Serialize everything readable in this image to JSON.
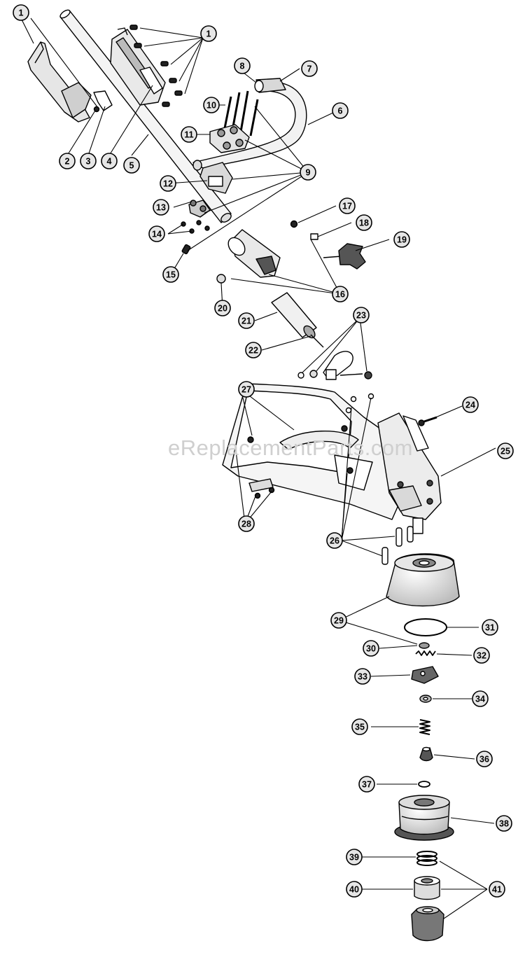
{
  "watermark": "eReplacementParts.com",
  "callouts": [
    "1",
    "2",
    "3",
    "4",
    "5",
    "6",
    "7",
    "8",
    "9",
    "10",
    "11",
    "12",
    "13",
    "14",
    "15",
    "16",
    "17",
    "18",
    "19",
    "20",
    "21",
    "22",
    "23",
    "24",
    "25",
    "26",
    "27",
    "28",
    "29",
    "30",
    "31",
    "32",
    "33",
    "34",
    "35",
    "36",
    "37",
    "38",
    "39",
    "40",
    "41"
  ]
}
